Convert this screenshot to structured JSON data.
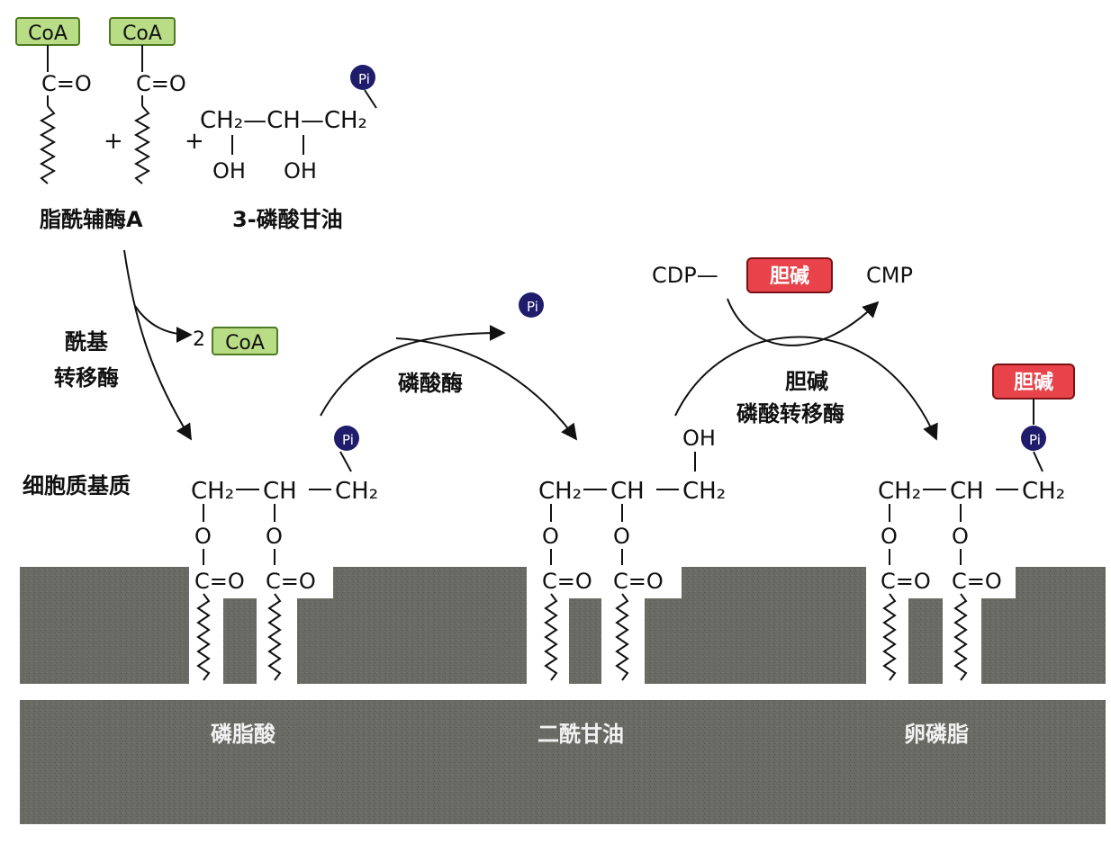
{
  "top": {
    "coa_label": "CoA",
    "carbonyl": "C=O",
    "plus": "+",
    "fatty_acyl_coa_label": "脂酰辅酶A",
    "g3p_label": "3-磷酸甘油",
    "glycerol_backbone": "CH₂—CH—CH₂",
    "oh": "OH",
    "pi": "Pi"
  },
  "steps": {
    "acyltransferase_line1": "酰基",
    "acyltransferase_line2": "转移酶",
    "coa_release_count": "2",
    "coa_release_label": "CoA",
    "phosphatase": "磷酸酶",
    "cdp": "CDP—",
    "choline": "胆碱",
    "cmp": "CMP",
    "cpt_line1": "胆碱",
    "cpt_line2": "磷酸转移酶"
  },
  "cytoplasm_label": "细胞质基质",
  "molecules": {
    "backbone_ch2": "CH₂",
    "backbone_ch": "CH",
    "oh": "OH",
    "o": "O",
    "c_eq_o": "C=O",
    "pi": "Pi",
    "choline_head": "胆碱"
  },
  "membrane_labels": [
    "磷脂酸",
    "二酰甘油",
    "卵磷脂"
  ],
  "colors": {
    "coa_fill": "#b9dd86",
    "coa_border": "#4d7a22",
    "choline_fill": "#e8434a",
    "choline_border": "#7a1114",
    "pi_fill": "#1f1d6b",
    "membrane": "#6b6b66"
  }
}
